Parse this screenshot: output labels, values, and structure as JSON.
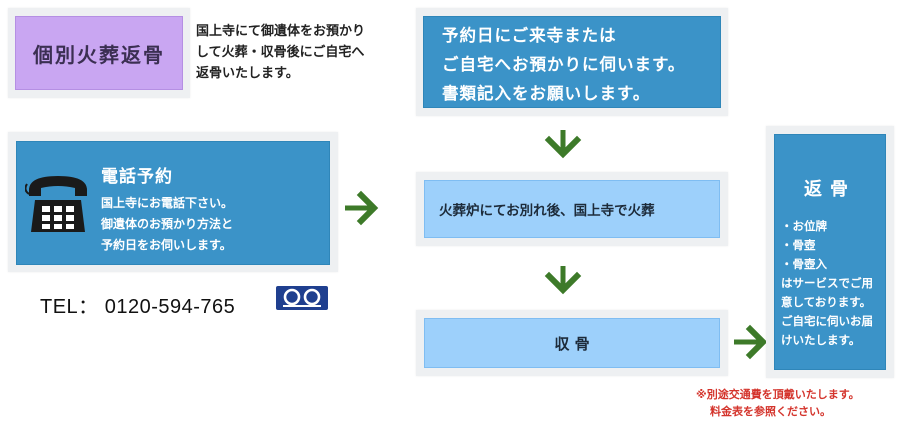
{
  "title": "個別火葬返骨",
  "intro": [
    "国上寺にて御遺体をお預かり",
    "して火葬・収骨後にご自宅へ",
    "返骨いたします。"
  ],
  "step_reserve": [
    "予約日にご来寺または",
    "ご自宅へお預かりに伺います。",
    "書類記入をお願いします。"
  ],
  "phone": {
    "title": "電話予約",
    "lines": [
      "国上寺にお電話下さい。",
      "御遺体のお預かり方法と",
      "予約日をお伺いします。"
    ],
    "icon": "telephone-icon"
  },
  "tel": "TEL： 0120-594-765",
  "freedial_icon": "freedial-icon",
  "step_cremation": "火葬炉にてお別れ後、国上寺で火葬",
  "step_collect": "収 骨",
  "return": {
    "title": "返骨",
    "items": [
      "・お位牌",
      "・骨壺",
      "・骨壺入",
      "はサービスでご用",
      "意しております。",
      "ご自宅に伺いお届",
      "けいたします。"
    ]
  },
  "notes": [
    "※別途交通費を頂戴いたします。",
    "料金表を参照ください。"
  ],
  "colors": {
    "blue": "#3b93c8",
    "light_blue": "#9dd0fb",
    "purple": "#c9a6f2",
    "arrow_green": "#3d7a29",
    "note_red": "#d4342c"
  }
}
